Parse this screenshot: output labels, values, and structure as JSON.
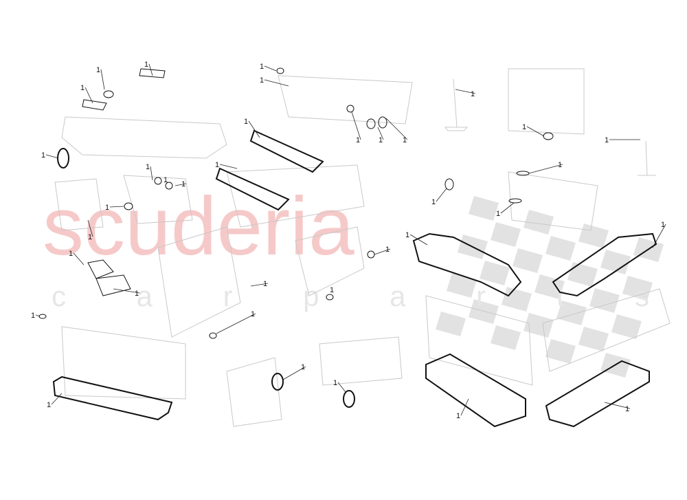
{
  "diagram": {
    "callout_label": "1",
    "callout_count": 36,
    "watermark": {
      "brand": "scuderia",
      "subtitle": "c a r p a r t s",
      "color": "#f3b8b8"
    },
    "gasket_color": "#111111",
    "part_outline_color": "#c8c8c8"
  }
}
